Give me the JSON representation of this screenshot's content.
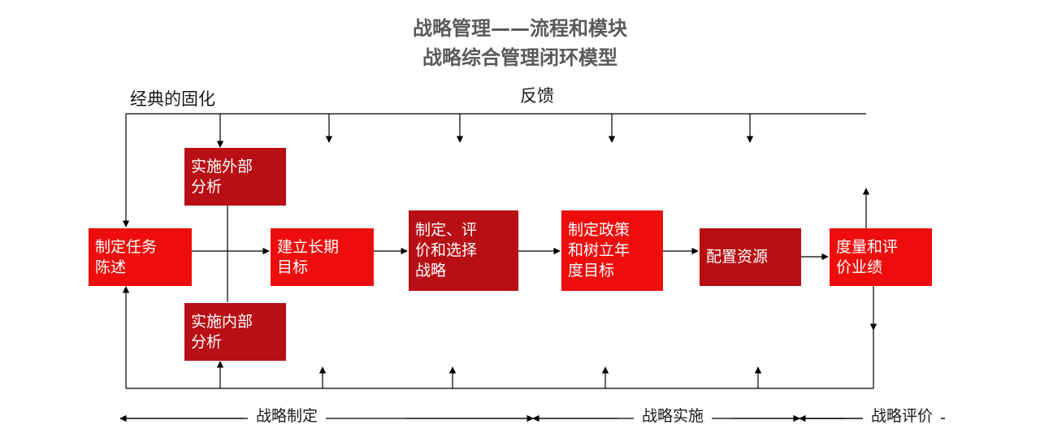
{
  "title": {
    "line1": "战略管理——流程和模块",
    "line2": "战略综合管理闭环模型"
  },
  "labels": {
    "classic": "经典的固化",
    "feedback": "反馈"
  },
  "boxes": {
    "mission": "制定任务\n陈述",
    "external": "实施外部\n分析",
    "internal": "实施内部\n分析",
    "goals": "建立长期\n目标",
    "strategy": "制定、评\n价和选择\n战略",
    "policy": "制定政策\n和树立年\n度目标",
    "resources": "配置资源",
    "measure": "度量和评\n价业绩"
  },
  "phases": {
    "formulation": "战略制定",
    "implementation": "战略实施",
    "evaluation": "战略评价"
  },
  "colors": {
    "bright_red": "#ee0d0d",
    "dark_red": "#b70f14",
    "title_gray": "#5a5a5a"
  }
}
